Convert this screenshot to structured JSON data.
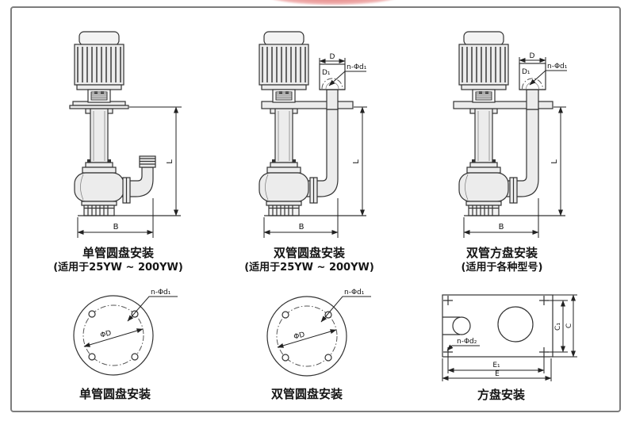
{
  "figure": {
    "pumps": [
      {
        "caption": "单管圆盘安装",
        "subcaption": "(适用于25YW ~ 200YW)",
        "dim_B": "B",
        "dim_L": "L"
      },
      {
        "caption": "双管圆盘安装",
        "subcaption": "(适用于25YW ~ 200YW)",
        "dim_B": "B",
        "dim_L": "L",
        "dim_D": "D",
        "dim_D1": "D₁",
        "dim_bolt": "n-Φd₁"
      },
      {
        "caption": "双管方盘安装",
        "subcaption": "(适用于各种型号)",
        "dim_B": "B",
        "dim_L": "L",
        "dim_D": "D",
        "dim_D1": "D₁",
        "dim_bolt": "n-Φd₁"
      }
    ],
    "plates": [
      {
        "caption": "单管圆盘安装",
        "dim_diameter": "ΦD",
        "dim_bolt": "n-Φd₁"
      },
      {
        "caption": "双管圆盘安装",
        "dim_diameter": "ΦD",
        "dim_bolt": "n-Φd₁"
      },
      {
        "caption": "方盘安装",
        "dim_bolt": "n-Φd₂",
        "dim_E": "E",
        "dim_E1": "E₁",
        "dim_C": "C",
        "dim_C1": "C₁"
      }
    ]
  },
  "colors": {
    "line": "#333333",
    "fill": "#ececec",
    "frame_border": "#7d7d7d",
    "ribbon": "#e06a68"
  }
}
